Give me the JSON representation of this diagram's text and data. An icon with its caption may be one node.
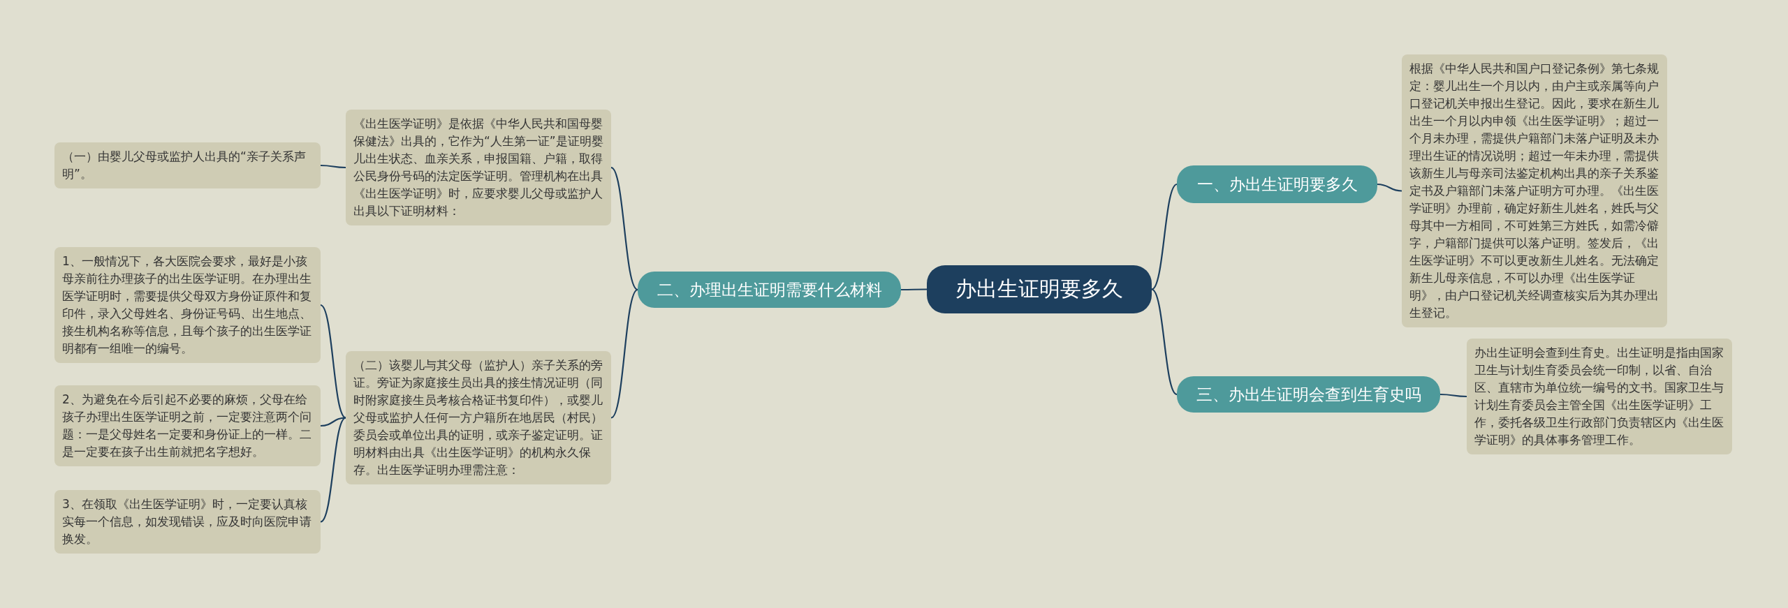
{
  "diagram": {
    "nodes": [
      {
        "text": [
          "办出生证明要多久"
        ]
      },
      {
        "text": [
          "一、办出生证明要多久"
        ]
      },
      {
        "text": [
          "根据《中华人民共和国户口登记条例》第七条规定：婴儿出生一个月以内，由户主或亲属等向户口登记机关申报出生登记。因此，要求在新生儿出生一个月以内申领《出生医学证明》；超过一个月未办理，需提供户籍部门未落户证明及未办理出生证的情况说明；超过一年未办理，需提供该新生儿与母亲司法鉴定机构出具的亲子关系鉴定书及户籍部门未落户证明方可办理。《出生医学证明》办理前，确定好新生儿姓名，姓氏与父母其中一方相同，不可姓第三方姓氏，如需冷僻字，户籍部门提供可以落户证明。签发后，《出生医学证明》不可以更改新生儿姓名。无法确定新生儿母亲信息，不可以办理《出生医学证明》，由户口登记机关经调查核实后为其办理出生登记。"
        ]
      },
      {
        "text": [
          "三、办出生证明会查到生育史吗"
        ]
      },
      {
        "text": [
          "办出生证明会查到生育史。出生证明是指由国家卫生与计划生育委员会统一印制，以省、自治区、直辖市为单位统一编号的文书。国家卫生与计划生育委员会主管全国《出生医学证明》工作，委托各级卫生行政部门负责辖区内《出生医学证明》的具体事务管理工作。"
        ]
      },
      {
        "text": [
          "二、办理出生证明需要什么材料"
        ]
      },
      {
        "text": [
          "《出生医学证明》是依据《中华人民共和国母婴保健法》出具的，它作为“人生第一证”是证明婴儿出生状态、血亲关系，申报国籍、户籍，取得公民身份号码的法定医学证明。管理机构在出具《出生医学证明》时，应要求婴儿父母或监护人出具以下证明材料："
        ]
      },
      {
        "text": [
          "（二）该婴儿与其父母（监护人）亲子关系的旁证。旁证为家庭接生员出具的接生情况证明（同时附家庭接生员考核合格证书复印件），或婴儿父母或监护人任何一方户籍所在地居民（村民）委员会或单位出具的证明，或亲子鉴定证明。证明材料由出具《出生医学证明》的机构永久保存。出生医学证明办理需注意："
        ]
      },
      {
        "text": [
          "（一）由婴儿父母或监护人出具的“亲子关系声明”。"
        ]
      },
      {
        "text": [
          "1、一般情况下，各大医院会要求，最好是小孩母亲前往办理孩子的出生医学证明。在办理出生医学证明时，需要提供父母双方身份证原件和复印件，录入父母姓名、身份证号码、出生地点、接生机构名称等信息，且每个孩子的出生医学证明都有一组唯一的编号。"
        ]
      },
      {
        "text": [
          "2、为避免在今后引起不必要的麻烦，父母在给孩子办理出生医学证明之前，一定要注意两个问题：一是父母姓名一定要和身份证上的一样。二是一定要在孩子出生前就把名字想好。"
        ]
      },
      {
        "text": [
          "3、在领取《出生医学证明》时，一定要认真核实每一个信息，如发现错误，应及时向医院申请换发。"
        ]
      }
    ],
    "edges": [
      {
        "from": 0,
        "to": 1,
        "arrow": "none"
      },
      {
        "from": 1,
        "to": 2,
        "arrow": "none"
      },
      {
        "from": 0,
        "to": 3,
        "arrow": "none"
      },
      {
        "from": 3,
        "to": 4,
        "arrow": "none"
      },
      {
        "from": 0,
        "to": 5,
        "arrow": "none"
      },
      {
        "from": 5,
        "to": 6,
        "arrow": "none"
      },
      {
        "from": 5,
        "to": 7,
        "arrow": "none"
      },
      {
        "from": 6,
        "to": 8,
        "arrow": "none"
      },
      {
        "from": 7,
        "to": 9,
        "arrow": "none"
      },
      {
        "from": 7,
        "to": 10,
        "arrow": "none"
      },
      {
        "from": 7,
        "to": 11,
        "arrow": "none"
      }
    ]
  }
}
